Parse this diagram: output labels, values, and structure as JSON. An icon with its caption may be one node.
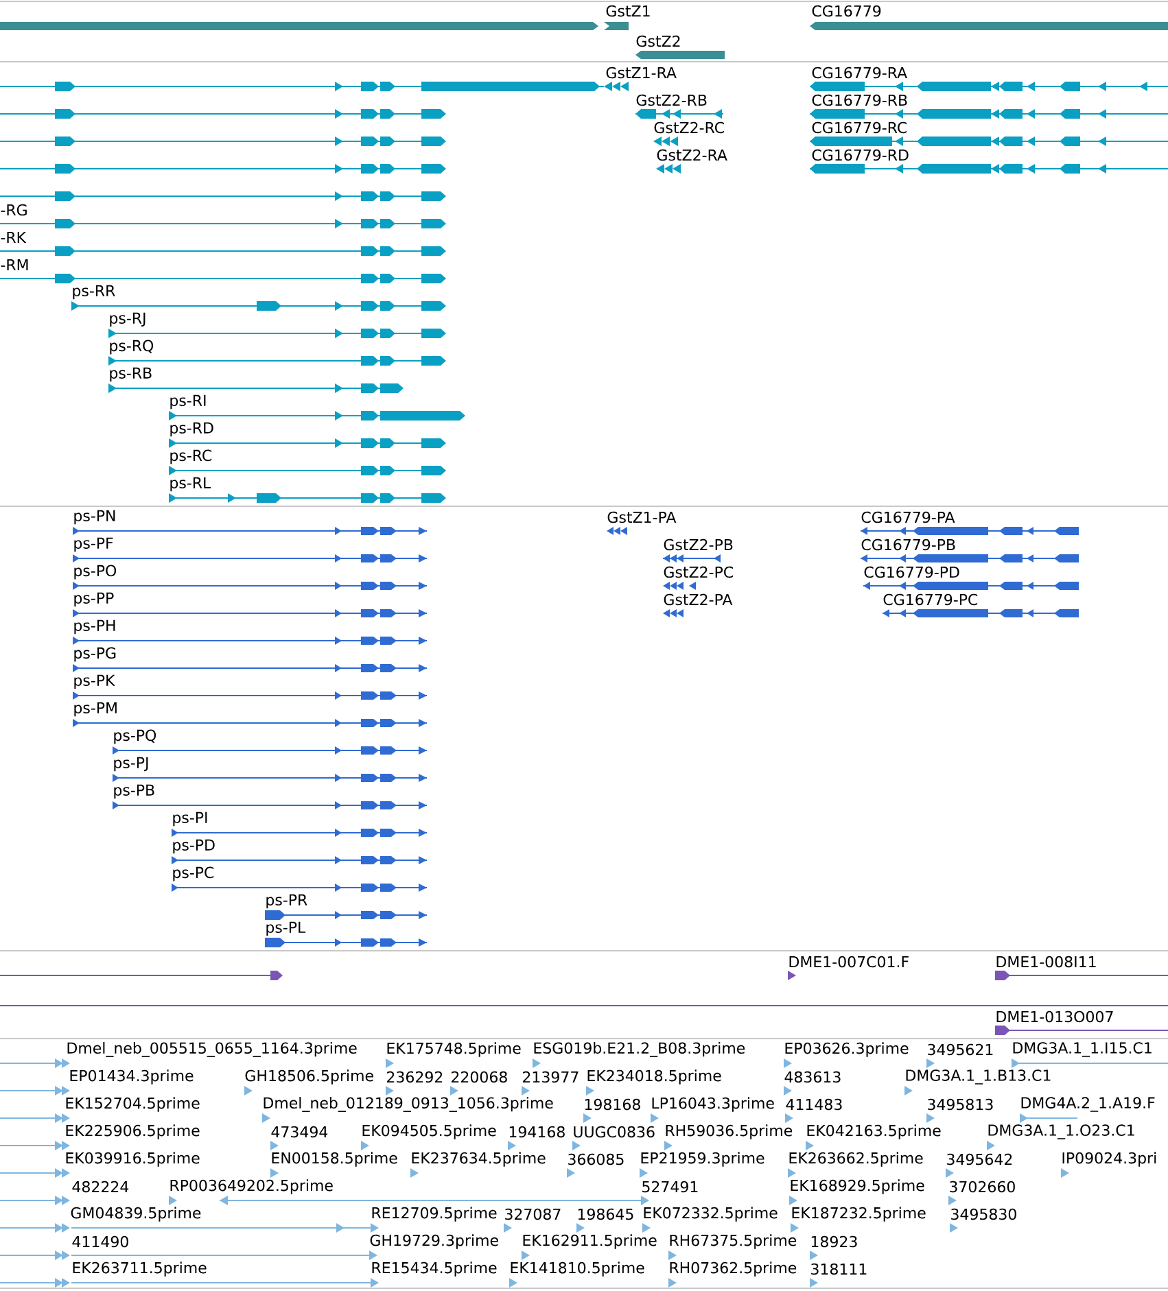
{
  "diagram": {
    "labels": [
      "GstZ1",
      "CG16779",
      "GstZ2",
      "GstZ1-RA",
      "CG16779-RA",
      "GstZ2-RB",
      "CG16779-RB",
      "GstZ2-RC",
      "CG16779-RC",
      "GstZ2-RA",
      "CG16779-RD",
      "-RG",
      "-RK",
      "-RM",
      "ps-RR",
      "ps-RJ",
      "ps-RQ",
      "ps-RB",
      "ps-RI",
      "ps-RD",
      "ps-RC",
      "ps-RL",
      "ps-PN",
      "GstZ1-PA",
      "CG16779-PA",
      "ps-PF",
      "GstZ2-PB",
      "CG16779-PB",
      "ps-PO",
      "GstZ2-PC",
      "CG16779-PD",
      "ps-PP",
      "GstZ2-PA",
      "CG16779-PC",
      "ps-PH",
      "ps-PG",
      "ps-PK",
      "ps-PM",
      "ps-PQ",
      "ps-PJ",
      "ps-PB",
      "ps-PI",
      "ps-PD",
      "ps-PC",
      "ps-PR",
      "ps-PL",
      "DME1-007C01.F",
      "DME1-008I11",
      "DME1-013O007",
      "Dmel_neb_005515_0655_1164.3prime",
      "EK175748.5prime",
      "ESG019b.E21.2_B08.3prime",
      "EP03626.3prime",
      "3495621",
      "DMG3A.1_1.I15.C1",
      "EP01434.3prime",
      "GH18506.5prime",
      "236292",
      "220068",
      "213977",
      "EK234018.5prime",
      "483613",
      "DMG3A.1_1.B13.C1",
      "EK152704.5prime",
      "Dmel_neb_012189_0913_1056.3prime",
      "198168",
      "LP16043.3prime",
      "411483",
      "3495813",
      "DMG4A.2_1.A19.F",
      "EK225906.5prime",
      "473494",
      "EK094505.5prime",
      "194168",
      "UUGC0836",
      "RH59036.5prime",
      "EK042163.5prime",
      "DMG3A.1_1.O23.C1",
      "EK039916.5prime",
      "EN00158.5prime",
      "EK237634.5prime",
      "366085",
      "EP21959.3prime",
      "EK263662.5prime",
      "3495642",
      "IP09024.3pri",
      "482224",
      "RP003649202.5prime",
      "527491",
      "EK168929.5prime",
      "3702660",
      "GM04839.5prime",
      "RE12709.5prime",
      "327087",
      "198645",
      "EK072332.5prime",
      "EK187232.5prime",
      "3495830",
      "411490",
      "GH19729.3prime",
      "EK162911.5prime",
      "RH67375.5prime",
      "18923",
      "EK263711.5prime",
      "RE15434.5prime",
      "EK141810.5prime",
      "RH07362.5prime",
      "318111"
    ]
  }
}
